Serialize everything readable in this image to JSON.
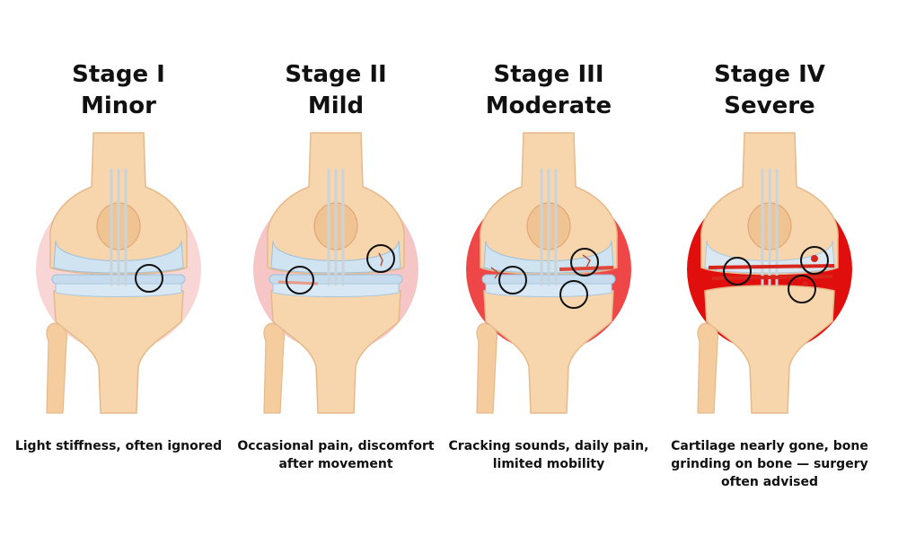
{
  "stages": [
    {
      "id": "1",
      "title": "Stage I",
      "severity": "Minor",
      "description": "Light stiffness, often ignored",
      "halo_color": "#f9d6d6",
      "damage_color": "#f3c7a0",
      "damage_marks": 0
    },
    {
      "id": "2",
      "title": "Stage II",
      "severity": "Mild",
      "description": "Occasional pain, discomfort after movement",
      "halo_color": "#f6c6c6",
      "damage_color": "#e79a86",
      "damage_marks": 2
    },
    {
      "id": "3",
      "title": "Stage III",
      "severity": "Moderate",
      "description": "Cracking sounds, daily pain, limited mobility",
      "halo_color": "#ef4747",
      "damage_color": "#e0483a",
      "damage_marks": 3
    },
    {
      "id": "4",
      "title": "Stage IV",
      "severity": "Severe",
      "description": "Cartilage nearly gone, bone grinding on bone — surgery often advised",
      "halo_color": "#e10e0e",
      "damage_color": "#d9261c",
      "damage_marks": 3
    }
  ]
}
